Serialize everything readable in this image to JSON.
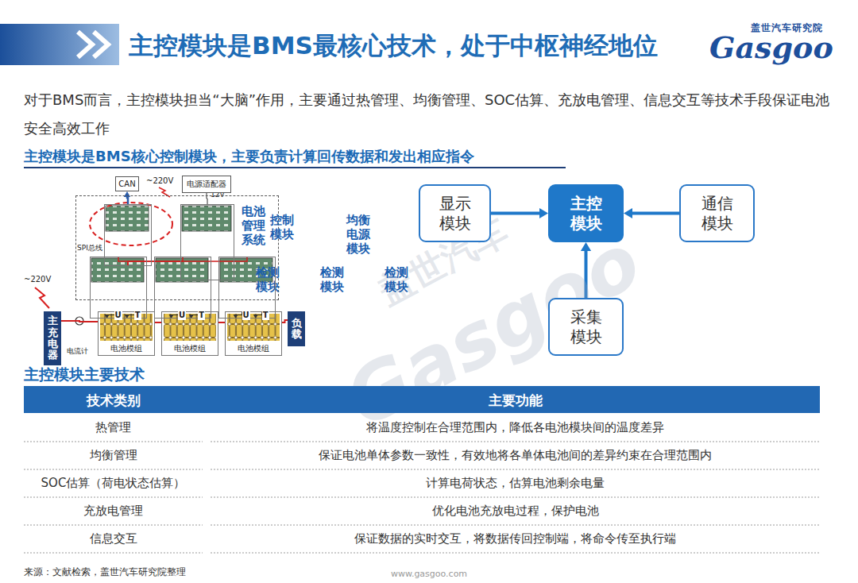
{
  "diagram": {
    "title": "主控模块是BMS最核心技术，处于中枢神经地位",
    "nodes": [
      {
        "text": [
          "CAN"
        ]
      },
      {
        "text": [
          "电源适配器"
        ]
      },
      {
        "text": [
          "电池管理系统"
        ]
      },
      {
        "text": [
          "控制模块"
        ],
        "in": 2
      },
      {
        "text": [
          "均衡电源模块"
        ],
        "in": 2
      },
      {
        "text": [
          "检测模块"
        ],
        "in": 2
      },
      {
        "text": [
          "检测模块"
        ],
        "in": 2
      },
      {
        "text": [
          "检测模块"
        ],
        "in": 2
      },
      {
        "text": [
          "主充电器"
        ]
      },
      {
        "text": [
          "电池模组"
        ]
      },
      {
        "text": [
          "电池模组"
        ]
      },
      {
        "text": [
          "电池模组"
        ]
      },
      {
        "text": [
          "负载"
        ]
      },
      {
        "text": [
          "显示模块"
        ]
      },
      {
        "text": [
          "主控模块"
        ]
      },
      {
        "text": [
          "通信模块"
        ]
      },
      {
        "text": [
          "采集模块"
        ]
      },
      {
        "text": [
          "技术类别",
          "主要功能"
        ]
      }
    ],
    "edges": [
      {
        "from": 3,
        "to": 0,
        "arrow": "to"
      },
      {
        "from": 1,
        "to": 4,
        "arrow": "none"
      },
      {
        "from": 3,
        "to": 5,
        "arrow": "none"
      },
      {
        "from": 3,
        "to": 6,
        "arrow": "none"
      },
      {
        "from": 3,
        "to": 7,
        "arrow": "none"
      },
      {
        "from": 9,
        "to": 5,
        "arrow": "to",
        "label": "U"
      },
      {
        "from": 9,
        "to": 5,
        "arrow": "to",
        "label": "T"
      },
      {
        "from": 10,
        "to": 6,
        "arrow": "to",
        "label": "U"
      },
      {
        "from": 10,
        "to": 6,
        "arrow": "to",
        "label": "T"
      },
      {
        "from": 11,
        "to": 7,
        "arrow": "to",
        "label": "U"
      },
      {
        "from": 11,
        "to": 7,
        "arrow": "to",
        "label": "T"
      },
      {
        "from": 8,
        "to": 9,
        "arrow": "none"
      },
      {
        "from": 9,
        "to": 10,
        "arrow": "none"
      },
      {
        "from": 10,
        "to": 11,
        "arrow": "none"
      },
      {
        "from": 11,
        "to": 12,
        "arrow": "none"
      },
      {
        "from": 13,
        "to": 14,
        "arrow": "to"
      },
      {
        "from": 15,
        "to": 14,
        "arrow": "to"
      },
      {
        "from": 16,
        "to": 14,
        "arrow": "to"
      }
    ],
    "labels": [
      "对于BMS而言，主控模块担当“大脑”作用，主要通过热管理、均衡管理、SOC估算、充放电管理、信息交互等技术手段保证电池安全高效工作",
      "主控模块是BMS核心控制模块，主要负责计算回传数据和发出相应指令",
      "~220V",
      "12V",
      "SPI总线",
      "~220V",
      "电流计",
      "主控模块主要技术",
      "热管理",
      "将温度控制在合理范围内，降低各电池模块间的温度差异",
      "均衡管理",
      "保证电池单体参数一致性，有效地将各单体电池间的差异约束在合理范围内",
      "SOC估算（荷电状态估算）",
      "计算电荷状态，估算电池剩余电量",
      "充放电管理",
      "优化电池充放电过程，保护电池",
      "信息交互",
      "保证数据的实时交互，将数据传回控制端，将命令传至执行端",
      "来源：文献检索，盖世汽车研究院整理",
      "www.gasgoo.com",
      "盖世汽车研究院",
      "Gasgoo",
      "盖世汽车",
      "Gasgoo"
    ]
  }
}
